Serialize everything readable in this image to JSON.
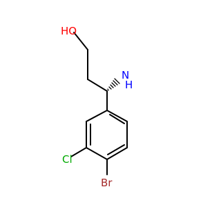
{
  "molecule": {
    "labels": {
      "hydroxyl": "HO",
      "amino_n": "N",
      "amino_h": "H",
      "chloro": "Cl",
      "bromo": "Br"
    },
    "colors": {
      "bond": "#000000",
      "oxygen": "#ff0000",
      "nitrogen": "#0000ff",
      "chlorine": "#00aa00",
      "bromine": "#a52a2a"
    }
  }
}
